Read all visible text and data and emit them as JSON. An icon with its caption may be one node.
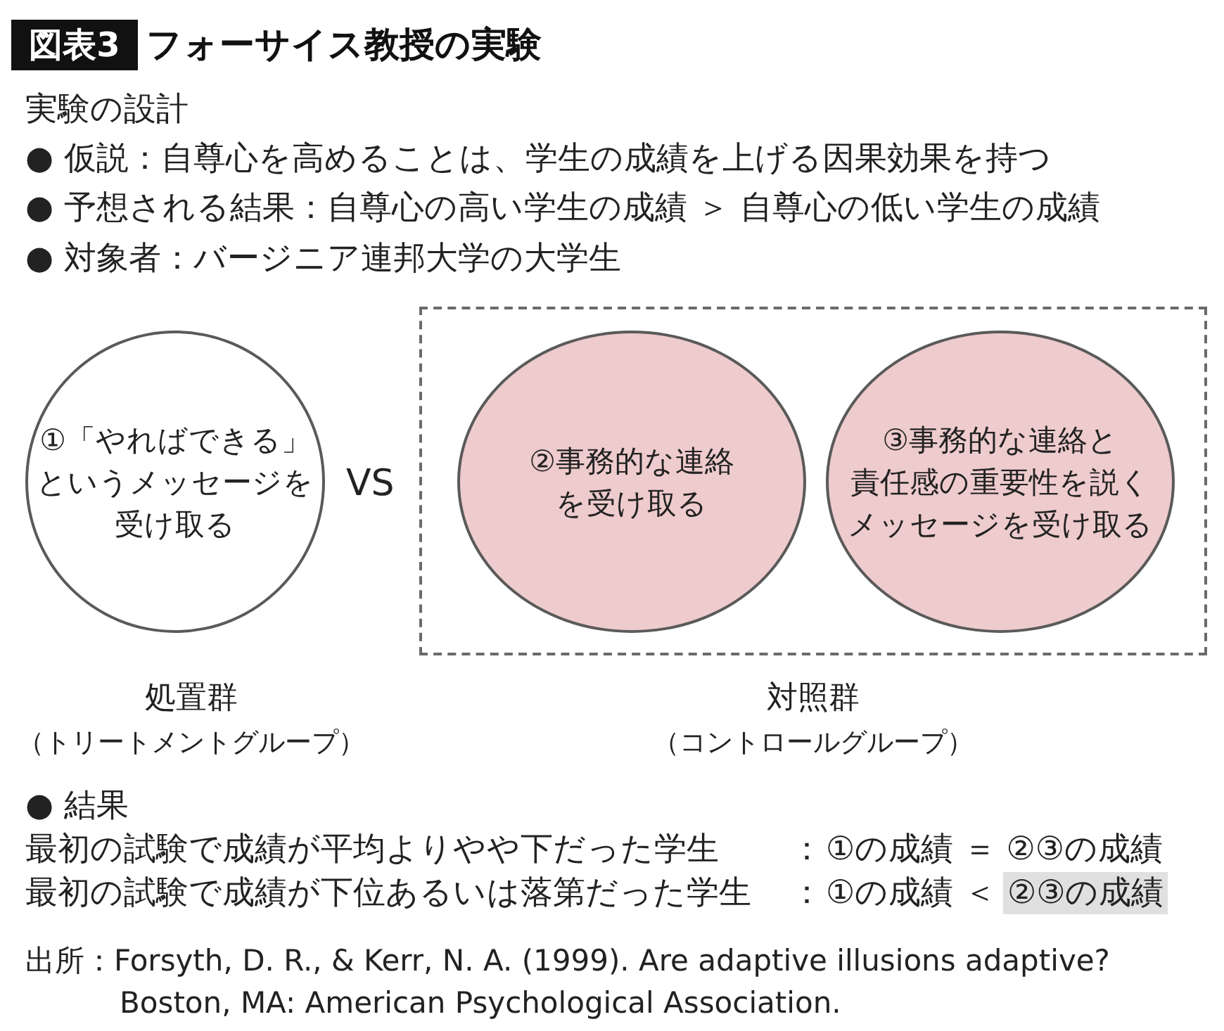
{
  "diagram": {
    "title": "フォーサイス教授の実験",
    "caption": "出所：Forsyth, D. R., & Kerr, N. A. (1999). Are adaptive illusions adaptive? Boston, MA: American Psychological Association.",
    "nodes": [
      {
        "text": [
          "①「やればできる」というメッセージを受け取る"
        ],
        "beside": [
          "処置群",
          "（トリートメントグループ）"
        ]
      },
      {
        "text": [],
        "shape": "box",
        "beside": [
          "対照群",
          "（コントロールグループ）"
        ]
      },
      {
        "text": [
          "②事務的な連絡を受け取る"
        ],
        "in": 1
      },
      {
        "text": [
          "③事務的な連絡と責任感の重要性を説くメッセージを受け取る"
        ],
        "in": 1
      }
    ],
    "labels": [
      "図表3",
      "実験の設計",
      "● 仮説：自尊心を高めることは、学生の成績を上げる因果効果を持つ",
      "● 予想される結果：自尊心の高い学生の成績 ＞ 自尊心の低い学生の成績",
      "● 対象者：バージニア連邦大学の大学生",
      "VS",
      "● 結果",
      "最初の試験で成績が平均よりやや下だった学生",
      "：",
      "①の成績 ＝ ②③の成績",
      "最初の試験で成績が下位あるいは落第だった学生",
      "：",
      "①の成績 ＜",
      "②③の成績"
    ]
  }
}
